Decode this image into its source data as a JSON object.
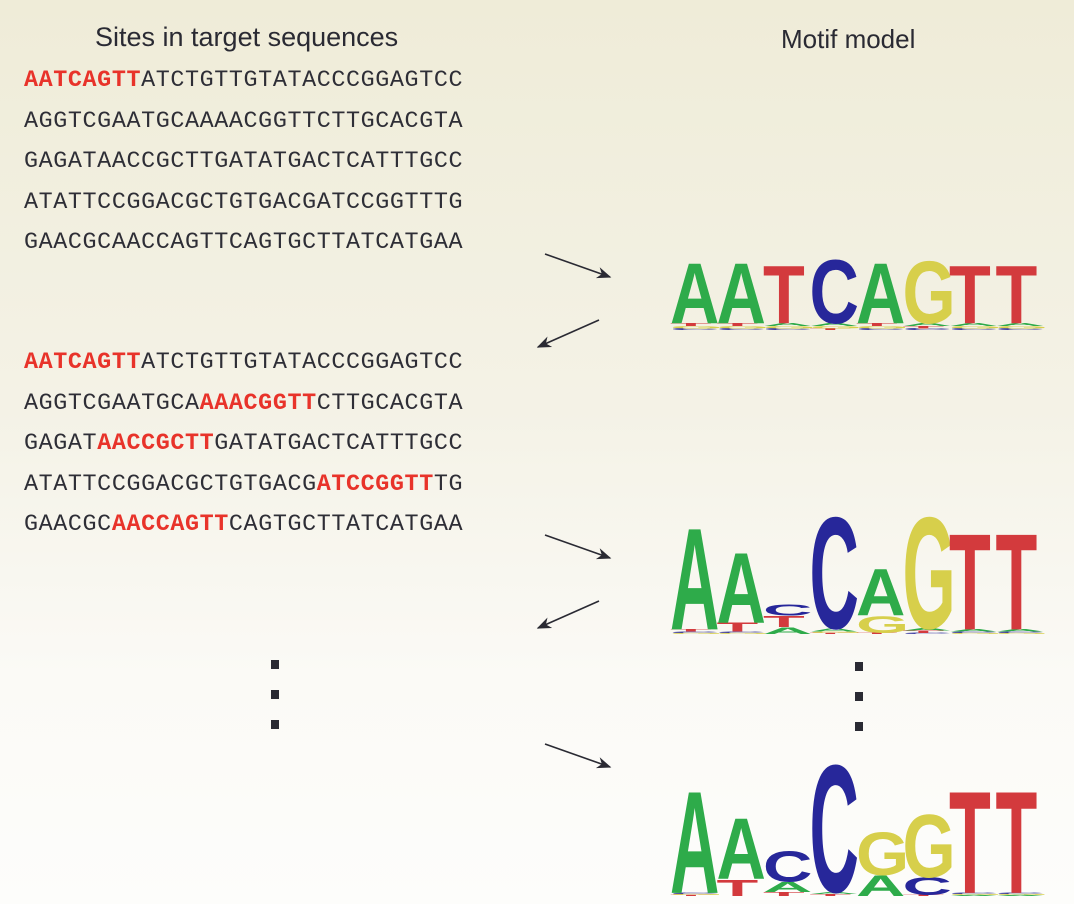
{
  "headings": {
    "sites": "Sites in target sequences",
    "motif": "Motif model"
  },
  "iterations": [
    {
      "sequences": [
        {
          "pre": "",
          "site": "AATCAGTT",
          "post": "ATCTGTTGTATACCCGGAGTCC"
        },
        {
          "pre": "AGGTCGAATGCAAAACGGTTCTTGCACGTA",
          "site": "",
          "post": ""
        },
        {
          "pre": "GAGATAACCGCTTGATATGACTCATTTGCC",
          "site": "",
          "post": ""
        },
        {
          "pre": "ATATTCCGGACGCTGTGACGATCCGGTTTG",
          "site": "",
          "post": ""
        },
        {
          "pre": "GAACGCAACCAGTTCAGTGCTTATCATGAA",
          "site": "",
          "post": ""
        }
      ]
    },
    {
      "sequences": [
        {
          "pre": "",
          "site": "AATCAGTT",
          "post": "ATCTGTTGTATACCCGGAGTCC"
        },
        {
          "pre": "AGGTCGAATGCA",
          "site": "AAACGGTT",
          "post": "CTTGCACGTA"
        },
        {
          "pre": "GAGAT",
          "site": "AACCGCTT",
          "post": "GATATGACTCATTTGCC"
        },
        {
          "pre": "ATATTCCGGACGCTGTGACG",
          "site": "ATCCGGTT",
          "post": "TG"
        },
        {
          "pre": "GAACGC",
          "site": "AACCAGTT",
          "post": "CAGTGCTTATCATGAA"
        }
      ]
    }
  ],
  "colors": {
    "A": "#2eab4a",
    "C": "#27279a",
    "G": "#d7cf4b",
    "T": "#d33a3d",
    "site_highlight": "#e8332a"
  },
  "logos": [
    {
      "name": "motif-logo-iteration-1",
      "positions": [
        [
          [
            "A",
            0.78
          ],
          [
            "T",
            0.04
          ],
          [
            "G",
            0.03
          ],
          [
            "C",
            0.02
          ]
        ],
        [
          [
            "A",
            0.78
          ],
          [
            "T",
            0.04
          ],
          [
            "G",
            0.03
          ],
          [
            "C",
            0.02
          ]
        ],
        [
          [
            "T",
            0.74
          ],
          [
            "A",
            0.04
          ],
          [
            "G",
            0.03
          ],
          [
            "C",
            0.02
          ]
        ],
        [
          [
            "C",
            0.82
          ],
          [
            "T",
            0.02
          ],
          [
            "A",
            0.04
          ],
          [
            "G",
            0.03
          ]
        ],
        [
          [
            "A",
            0.78
          ],
          [
            "T",
            0.04
          ],
          [
            "G",
            0.03
          ],
          [
            "C",
            0.02
          ]
        ],
        [
          [
            "G",
            0.8
          ],
          [
            "T",
            0.03
          ],
          [
            "A",
            0.04
          ],
          [
            "C",
            0.02
          ]
        ],
        [
          [
            "T",
            0.74
          ],
          [
            "A",
            0.04
          ],
          [
            "G",
            0.03
          ],
          [
            "C",
            0.02
          ]
        ],
        [
          [
            "T",
            0.74
          ],
          [
            "A",
            0.04
          ],
          [
            "G",
            0.03
          ],
          [
            "C",
            0.02
          ]
        ]
      ]
    },
    {
      "name": "motif-logo-iteration-2",
      "positions": [
        [
          [
            "A",
            0.91
          ],
          [
            "T",
            0.02
          ],
          [
            "G",
            0.01
          ],
          [
            "C",
            0.01
          ]
        ],
        [
          [
            "A",
            0.63
          ],
          [
            "T",
            0.08
          ],
          [
            "G",
            0.01
          ],
          [
            "C",
            0.01
          ]
        ],
        [
          [
            "T",
            0.1
          ],
          [
            "C",
            0.1
          ],
          [
            "A",
            0.06
          ]
        ],
        [
          [
            "C",
            1.0
          ],
          [
            "T",
            0.01
          ],
          [
            "A",
            0.03
          ],
          [
            "G",
            0.01
          ]
        ],
        [
          [
            "A",
            0.42
          ],
          [
            "G",
            0.15
          ],
          [
            "T",
            0.01
          ]
        ],
        [
          [
            "G",
            1.0
          ],
          [
            "T",
            0.02
          ],
          [
            "A",
            0.02
          ],
          [
            "C",
            0.01
          ]
        ],
        [
          [
            "T",
            0.86
          ],
          [
            "A",
            0.02
          ],
          [
            "G",
            0.01
          ],
          [
            "C",
            0.01
          ]
        ],
        [
          [
            "T",
            0.86
          ],
          [
            "A",
            0.02
          ],
          [
            "G",
            0.01
          ],
          [
            "C",
            0.01
          ]
        ]
      ]
    },
    {
      "name": "motif-logo-iteration-final",
      "positions": [
        [
          [
            "A",
            1.0
          ],
          [
            "T",
            0.01
          ],
          [
            "G",
            0.01
          ],
          [
            "C",
            0.01
          ]
        ],
        [
          [
            "A",
            0.6
          ],
          [
            "T",
            0.16
          ]
        ],
        [
          [
            "C",
            0.3
          ],
          [
            "T",
            0.04
          ],
          [
            "A",
            0.1
          ]
        ],
        [
          [
            "C",
            1.25
          ],
          [
            "T",
            0.02
          ],
          [
            "A",
            0.02
          ]
        ],
        [
          [
            "G",
            0.42
          ],
          [
            "A",
            0.2
          ]
        ],
        [
          [
            "G",
            0.62
          ],
          [
            "C",
            0.17
          ],
          [
            "T",
            0.01
          ]
        ],
        [
          [
            "T",
            1.0
          ],
          [
            "A",
            0.01
          ],
          [
            "G",
            0.01
          ],
          [
            "C",
            0.01
          ]
        ],
        [
          [
            "T",
            1.0
          ],
          [
            "A",
            0.01
          ],
          [
            "G",
            0.01
          ],
          [
            "C",
            0.01
          ]
        ]
      ]
    }
  ],
  "ellipsis": {
    "left": "more-iterations",
    "right": "more-motif-models"
  }
}
